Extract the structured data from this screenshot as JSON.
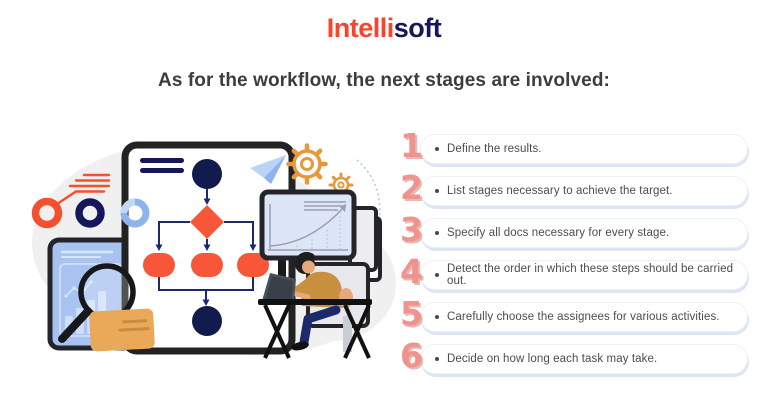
{
  "header": {
    "logo_part1": "Intelli",
    "logo_part2": "soft",
    "logo_color1": "#F9432C",
    "logo_color2": "#16165C"
  },
  "heading": {
    "text": "As for the workflow, the next stages are involved:",
    "color": "#3D3D3D"
  },
  "workflow_steps": [
    {
      "number": "1",
      "text": "Define the results."
    },
    {
      "number": "2",
      "text": "List stages necessary to achieve the target."
    },
    {
      "number": "3",
      "text": "Specify all docs necessary for every stage."
    },
    {
      "number": "4",
      "text": "Detect the order in which these steps should be carried out."
    },
    {
      "number": "5",
      "text": "Carefully choose the assignees for various activities."
    },
    {
      "number": "6",
      "text": "Decide on how long each task may take."
    }
  ],
  "illustration": {
    "description": "Flat illustration of a workflow flowchart on a tablet, analyst working on a laptop at a desk, monitors with growth chart, gears, paper plane, magnifier over a bar-chart tablet and a folder",
    "icons": [
      "flowchart-tablet-icon",
      "gears-icon",
      "paper-plane-icon",
      "monitor-growth-chart-icon",
      "person-at-desk-icon",
      "bar-chart-tablet-icon",
      "magnifier-icon",
      "folder-icon",
      "rings-icon",
      "speed-lines-icon"
    ],
    "colors": {
      "accent_red": "#F85638",
      "navy": "#111B4D",
      "salmon_number": "#F0938D",
      "light_blue": "#A9C3F0",
      "pale_blue": "#DCE6F8",
      "gear_orange": "#E8973A",
      "folder_orange": "#E9A959",
      "shirt_mustard": "#C8913F",
      "blob_gray": "#F0F0F0"
    }
  }
}
